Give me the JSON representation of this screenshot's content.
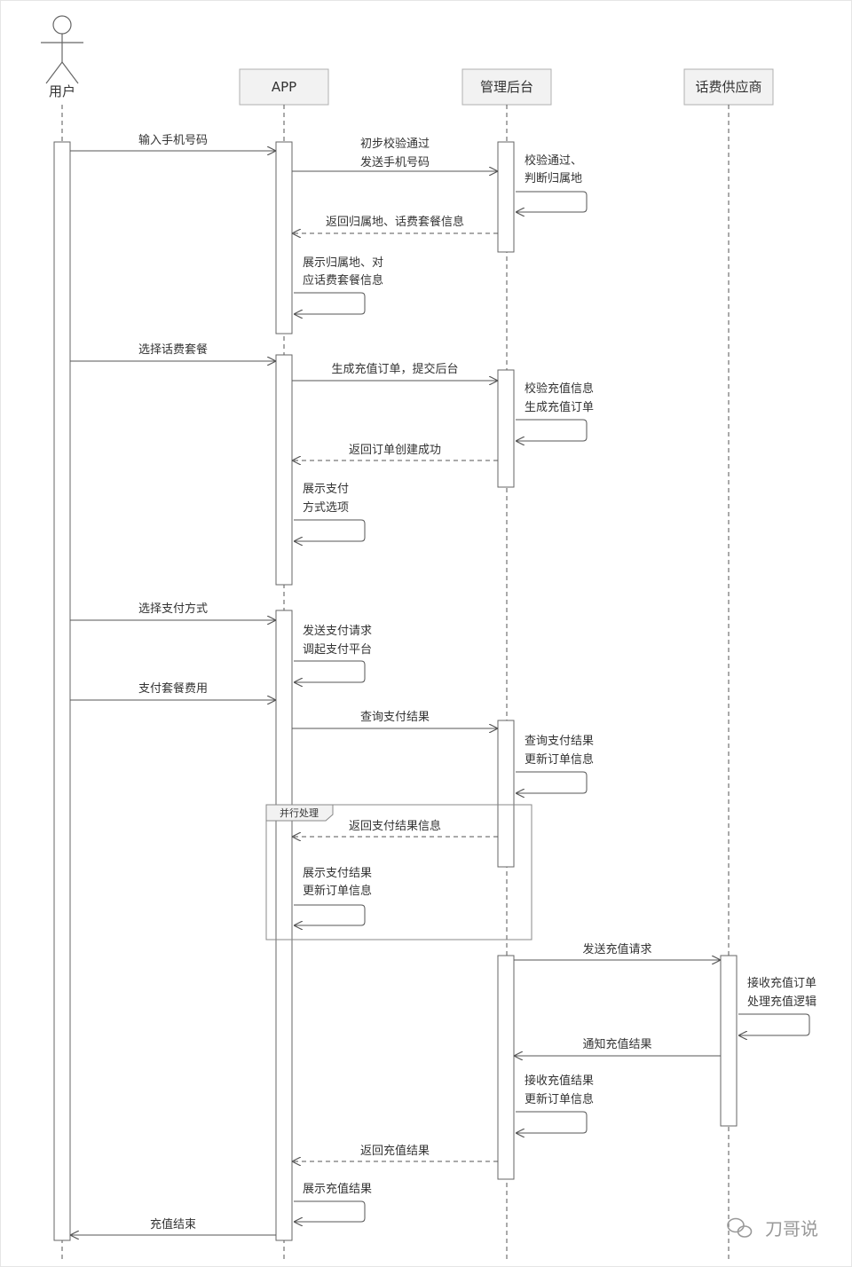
{
  "actor": {
    "label": "用户"
  },
  "participants": [
    {
      "id": "app",
      "label": "APP"
    },
    {
      "id": "admin",
      "label": "管理后台"
    },
    {
      "id": "supplier",
      "label": "话费供应商"
    }
  ],
  "messages": [
    {
      "id": "m1",
      "from": "user",
      "to": "app",
      "style": "solid",
      "lines": [
        "输入手机号码"
      ]
    },
    {
      "id": "m2",
      "from": "app",
      "to": "admin",
      "style": "solid",
      "lines": [
        "初步校验通过",
        "发送手机号码"
      ]
    },
    {
      "id": "s1",
      "self": "admin",
      "lines": [
        "校验通过、",
        "判断归属地"
      ]
    },
    {
      "id": "m3",
      "from": "admin",
      "to": "app",
      "style": "dashed",
      "lines": [
        "返回归属地、话费套餐信息"
      ]
    },
    {
      "id": "s2",
      "self": "app",
      "lines": [
        "展示归属地、对",
        "应话费套餐信息"
      ]
    },
    {
      "id": "m4",
      "from": "user",
      "to": "app",
      "style": "solid",
      "lines": [
        "选择话费套餐"
      ]
    },
    {
      "id": "m5",
      "from": "app",
      "to": "admin",
      "style": "solid",
      "lines": [
        "生成充值订单，提交后台"
      ]
    },
    {
      "id": "s3",
      "self": "admin",
      "lines": [
        "校验充值信息",
        "生成充值订单"
      ]
    },
    {
      "id": "m6",
      "from": "admin",
      "to": "app",
      "style": "dashed",
      "lines": [
        "返回订单创建成功"
      ]
    },
    {
      "id": "s4",
      "self": "app",
      "lines": [
        "展示支付",
        "方式选项"
      ]
    },
    {
      "id": "m7",
      "from": "user",
      "to": "app",
      "style": "solid",
      "lines": [
        "选择支付方式"
      ]
    },
    {
      "id": "s5",
      "self": "app",
      "lines": [
        "发送支付请求",
        "调起支付平台"
      ]
    },
    {
      "id": "m8",
      "from": "user",
      "to": "app",
      "style": "solid",
      "lines": [
        "支付套餐费用"
      ]
    },
    {
      "id": "m9",
      "from": "app",
      "to": "admin",
      "style": "solid",
      "lines": [
        "查询支付结果"
      ]
    },
    {
      "id": "s6",
      "self": "admin",
      "lines": [
        "查询支付结果",
        "更新订单信息"
      ]
    },
    {
      "id": "m10",
      "from": "admin",
      "to": "app",
      "style": "dashed",
      "lines": [
        "返回支付结果信息"
      ]
    },
    {
      "id": "s7",
      "self": "app",
      "lines": [
        "展示支付结果",
        "更新订单信息"
      ]
    },
    {
      "id": "m11",
      "from": "admin",
      "to": "supplier",
      "style": "solid",
      "lines": [
        "发送充值请求"
      ]
    },
    {
      "id": "s8",
      "self": "supplier",
      "lines": [
        "接收充值订单",
        "处理充值逻辑"
      ]
    },
    {
      "id": "m12",
      "from": "supplier",
      "to": "admin",
      "style": "solid",
      "lines": [
        "通知充值结果"
      ]
    },
    {
      "id": "s9",
      "self": "admin",
      "lines": [
        "接收充值结果",
        "更新订单信息"
      ]
    },
    {
      "id": "m13",
      "from": "admin",
      "to": "app",
      "style": "dashed",
      "lines": [
        "返回充值结果"
      ]
    },
    {
      "id": "s10",
      "self": "app",
      "lines": [
        "展示充值结果"
      ]
    },
    {
      "id": "m14",
      "from": "app",
      "to": "user",
      "style": "solid",
      "lines": [
        "充值结束"
      ]
    }
  ],
  "fragment": {
    "label": "并行处理"
  },
  "watermark": {
    "text": "刀哥说"
  },
  "colors": {
    "line": "#555555",
    "box_fill": "#f2f2f2",
    "box_stroke": "#b0b0b0",
    "activation_fill": "#ffffff",
    "activation_stroke": "#666666"
  }
}
